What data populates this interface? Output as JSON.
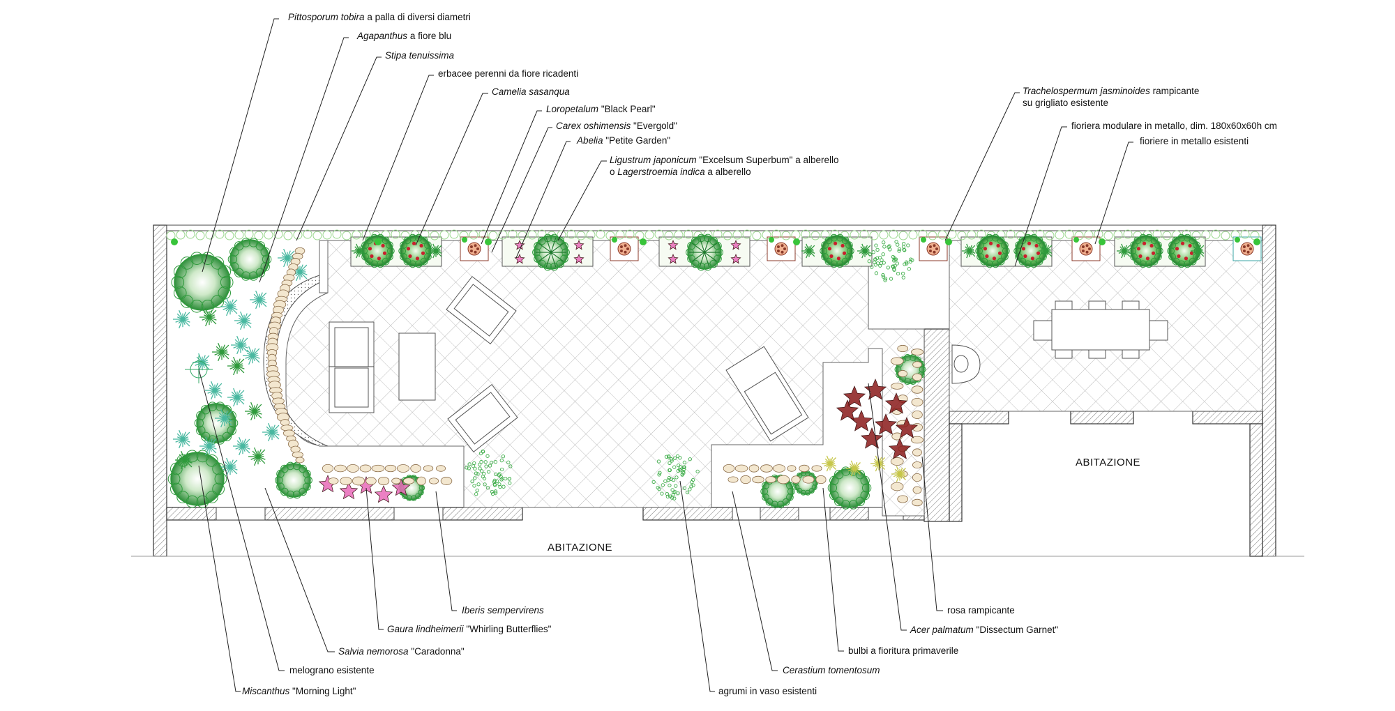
{
  "rooms": {
    "house_lower": "ABITAZIONE",
    "house_right": "ABITAZIONE"
  },
  "labels_top": [
    {
      "it": "Pittosporum tobira",
      "rest": " a palla di diversi diametri"
    },
    {
      "it": "Agapanthus",
      "rest": " a fiore blu"
    },
    {
      "it": "Stipa tenuissima",
      "rest": ""
    },
    {
      "it": "",
      "rest": "erbacee perenni da fiore ricadenti"
    },
    {
      "it": "Camelia sasanqua",
      "rest": ""
    },
    {
      "it": "Loropetalum",
      "rest": " \"Black Pearl\""
    },
    {
      "it": "Carex oshimensis",
      "rest": " \"Evergold\""
    },
    {
      "it": "Abelia",
      "rest": " \"Petite Garden\""
    },
    {
      "it": "Ligustrum japonicum",
      "rest": " \"Excelsum Superbum\" a alberello"
    },
    {
      "pre": "o ",
      "it": "Lagerstroemia indica",
      "rest": " a alberello"
    },
    {
      "it": "Trachelospermum jasminoides",
      "rest": " rampicante"
    },
    {
      "it": "",
      "rest": "su grigliato esistente"
    },
    {
      "it": "",
      "rest": "fioriera modulare in metallo, dim. 180x60x60h cm"
    },
    {
      "it": "",
      "rest": "fioriere in metallo esistenti"
    }
  ],
  "labels_bottom": [
    {
      "it": "Iberis sempervirens",
      "rest": ""
    },
    {
      "it": "Gaura lindheimerii",
      "rest": " \"Whirling Butterflies\""
    },
    {
      "it": "Salvia nemorosa",
      "rest": " \"Caradonna\""
    },
    {
      "it": "",
      "rest": "melograno esistente"
    },
    {
      "it": "Miscanthus",
      "rest": " \"Morning Light\""
    },
    {
      "it": "",
      "rest": "rosa rampicante"
    },
    {
      "it": "Acer palmatum",
      "rest": " \"Dissectum Garnet\""
    },
    {
      "it": "",
      "rest": "bulbi a fioritura primaverile"
    },
    {
      "it": "Cerastium tomentosum",
      "rest": ""
    },
    {
      "it": "",
      "rest": "agrumi in vaso esistenti"
    }
  ],
  "colors": {
    "shrub_green": "#2f9a3c",
    "grass_green": "#3fae4a",
    "flower_red": "#c8202d",
    "flower_pink": "#e86ab8",
    "maple_red": "#8a1a1a",
    "pot_brown": "#8b3a2a",
    "paving_line": "#9a9a9a"
  }
}
